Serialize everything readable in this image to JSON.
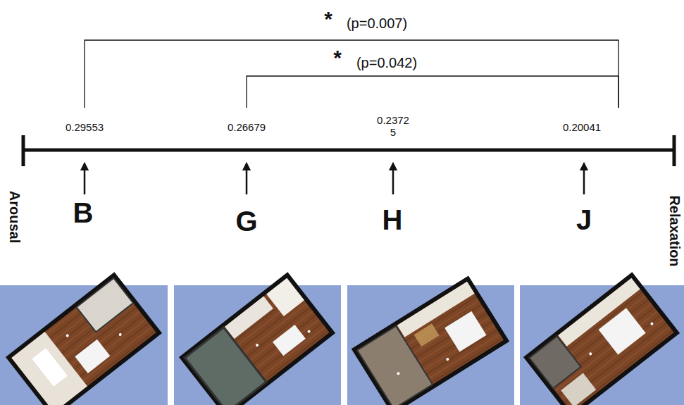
{
  "diagram": {
    "labels": [
      "*",
      "(p=0.007)",
      "*",
      "(p=0.042)",
      "0.29553",
      "0.26679",
      "0.2372 5",
      "0.20041",
      "Arousal",
      "Relaxation",
      "B",
      "G",
      "H",
      "J"
    ]
  }
}
